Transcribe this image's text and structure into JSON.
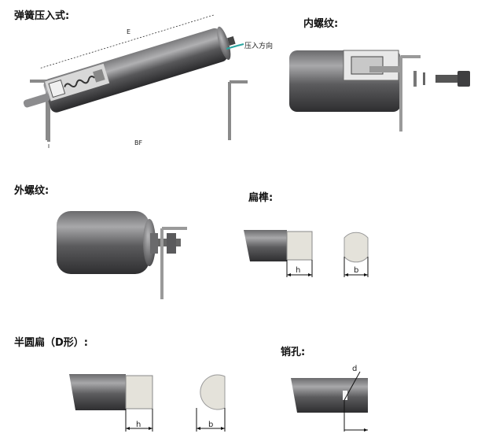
{
  "sections": {
    "spring": {
      "title": "弹簧压入式:",
      "dim_e": "E",
      "dim_bf": "BF",
      "press_label": "压入方向"
    },
    "inner_thread": {
      "title": "内螺纹:"
    },
    "outer_thread": {
      "title": "外螺纹:"
    },
    "flat_tenon": {
      "title": "扁榫:",
      "h": "h",
      "b": "b"
    },
    "d_shape": {
      "title": "半圆扁（D形）:",
      "h": "h",
      "b": "b"
    },
    "pin_hole": {
      "title": "销孔:",
      "d": "d"
    }
  },
  "colors": {
    "roller_dark": "#4a4a4c",
    "roller_light": "#9c9c9e",
    "bracket": "#8a8a8a",
    "flat_face": "#e4e2da",
    "accent_arrow": "#2aa5a0"
  }
}
